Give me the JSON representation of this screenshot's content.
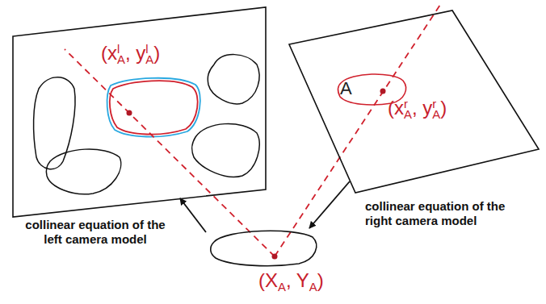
{
  "diagram": {
    "nodes": [
      {
        "text": [
          "(xlA, ylA)"
        ]
      },
      {
        "text": [
          "(xrA, yrA)"
        ]
      },
      {
        "text": [
          "A"
        ],
        "in": 1
      },
      {
        "text": [
          "(XA, YA)"
        ]
      }
    ],
    "edges": [
      {
        "from": 3,
        "to": 0,
        "arrow": "to",
        "label": "collinear equation of the left camera model"
      },
      {
        "from": 1,
        "to": 3,
        "arrow": "to",
        "label": "collinear equation of the right camera model"
      }
    ]
  }
}
